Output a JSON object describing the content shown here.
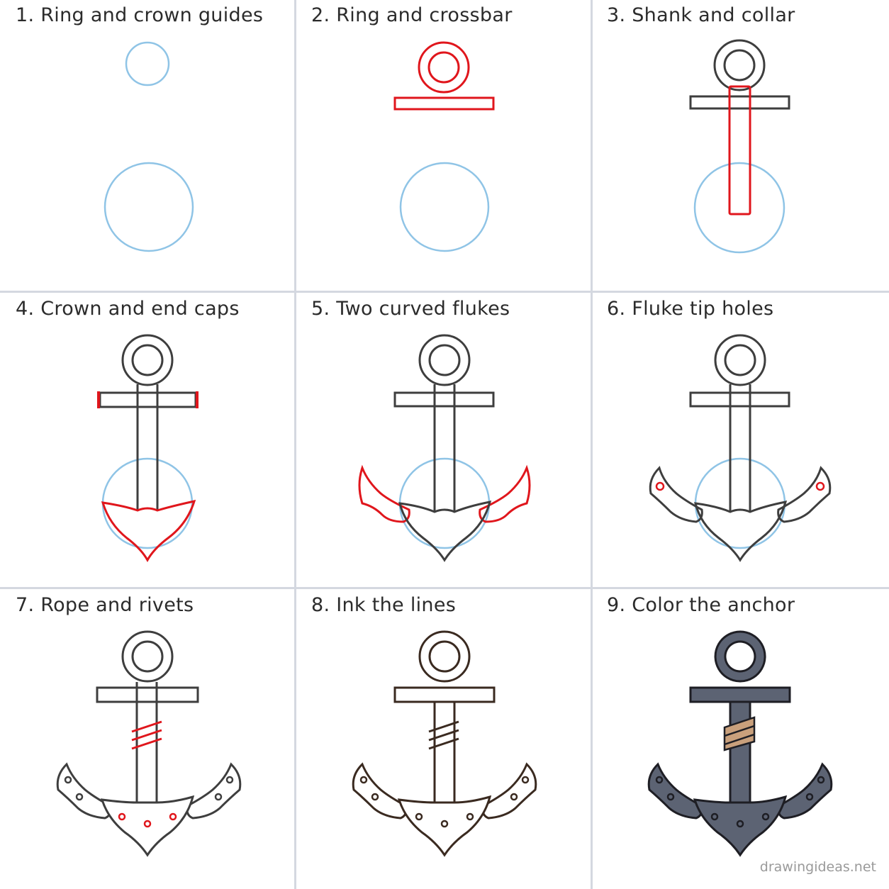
{
  "steps": [
    {
      "title": "1. Ring and crown guides"
    },
    {
      "title": "2. Ring and crossbar"
    },
    {
      "title": "3. Shank and collar"
    },
    {
      "title": "4. Crown and end caps"
    },
    {
      "title": "5. Two curved flukes"
    },
    {
      "title": "6. Fluke tip holes"
    },
    {
      "title": "7. Rope and rivets"
    },
    {
      "title": "8. Ink the lines"
    },
    {
      "title": "9. Color the anchor"
    }
  ],
  "watermark": "drawingideas.net",
  "colors": {
    "guide": "#8fc4e6",
    "new_stroke": "#e0161c",
    "pencil": "#3e3e3e",
    "ink": "#3a2a20",
    "anchor_fill": "#5c6373",
    "rope_fill": "#c9a07c",
    "grid": "#d4d8e0"
  },
  "icons": [
    "anchor-drawing"
  ]
}
